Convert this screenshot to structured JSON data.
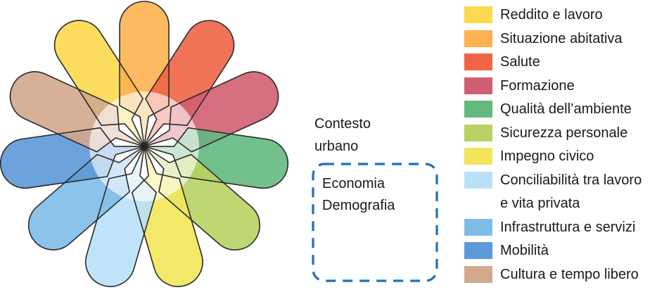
{
  "context": {
    "title_line1": "Contesto",
    "title_line2": "urbano",
    "items": [
      "Economia",
      "Demografia"
    ],
    "box_color": "#1f6fb5"
  },
  "legend": [
    {
      "label": "Reddito e lavoro",
      "color": "#FDD94F"
    },
    {
      "label": "Situazione abitativa",
      "color": "#FDB24F"
    },
    {
      "label": "Salute",
      "color": "#EE6545"
    },
    {
      "label": "Formazione",
      "color": "#D15F72"
    },
    {
      "label": "Qualità dell’ambiente",
      "color": "#63B97E"
    },
    {
      "label": "Sicurezza personale",
      "color": "#B8D363"
    },
    {
      "label": "Impegno civico",
      "color": "#F1E55A"
    },
    {
      "label": "Conciliabilità tra lavoro",
      "label_cont": "e vita privata",
      "color": "#B8E1F8"
    },
    {
      "label": "Infrastruttura e servizi",
      "color": "#7FBDE9"
    },
    {
      "label": "Mobilità",
      "color": "#5D99D8"
    },
    {
      "label": "Cultura e tempo libero",
      "color": "#D2A98D"
    }
  ]
}
